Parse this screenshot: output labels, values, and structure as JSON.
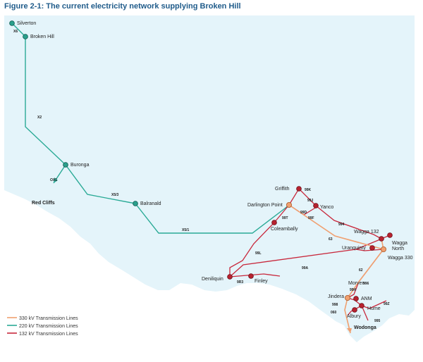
{
  "figure": {
    "title": "Figure 2-1: The current electricity network supplying Broken Hill"
  },
  "colors": {
    "kv330": "#f0a070",
    "kv220": "#2aaa96",
    "kv132": "#c8283c",
    "land": "#e4f4fa",
    "node220": "#2aa08c"
  },
  "places": {
    "silverton": "Silverton",
    "broken_hill": "Broken Hill",
    "buronga": "Buronga",
    "red_cliffs": "Red Cliffs",
    "balranald": "Balranald",
    "griffith": "Griffith",
    "darlington_point": "Darlington Point",
    "yanco": "Yanco",
    "coleambally": "Coleambally",
    "wagga_132": "Wagga 132",
    "wagga_north": "Wagga\nNorth",
    "uranquinty": "Uranquinty",
    "wagga_330": "Wagga 330",
    "deniliquin": "Deniliquin",
    "finley": "Finley",
    "morven": "Morven",
    "jindera": "Jindera",
    "anm": "ANM",
    "hume": "Hume",
    "albury": "Albury",
    "wodonga": "Wodonga"
  },
  "codes": {
    "x6": "X6",
    "x2": "X2",
    "ox1": "OX1",
    "x5_3": "X5/3",
    "x5_1": "X5/1",
    "c99k": "99K",
    "c99j": "99J",
    "c99d": "99D",
    "c99f": "99F",
    "c99t": "99T",
    "c994": "994",
    "c63": "63",
    "c99l": "99L",
    "c9r3": "9R3",
    "c99a": "99A",
    "c62": "62",
    "c996": "996",
    "c99h": "99H",
    "c998": "998",
    "c99z": "99Z",
    "c060": "060",
    "c995": "995"
  },
  "legend": [
    {
      "label": "330 kV Transmission Lines",
      "color": "#f0a070"
    },
    {
      "label": "220 kV Transmission Lines",
      "color": "#2aaa96"
    },
    {
      "label": "132 kV Transmission Lines",
      "color": "#c8283c"
    }
  ]
}
